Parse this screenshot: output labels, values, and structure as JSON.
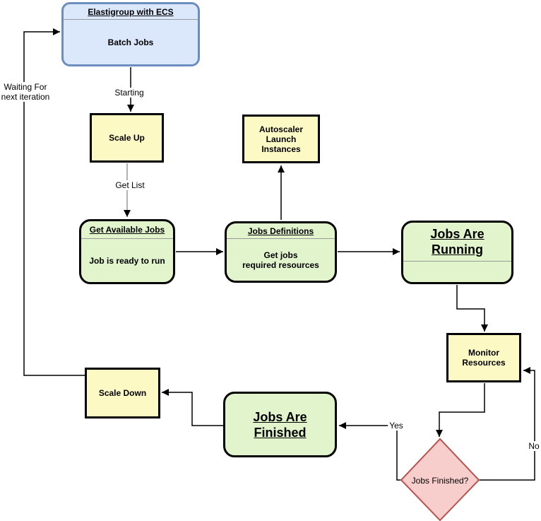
{
  "diagram": {
    "nodes": {
      "elastigroup": {
        "title": "Elastigroup with ECS",
        "body": "Batch Jobs"
      },
      "scale_up": {
        "label": "Scale Up"
      },
      "autoscaler": {
        "line1": "Autoscaler",
        "line2": "Launch",
        "line3": "Instances"
      },
      "get_available_jobs": {
        "title": "Get Available Jobs",
        "body": "Job is ready to run"
      },
      "jobs_definitions": {
        "title": "Jobs Definitions",
        "body_line1": "Get jobs",
        "body_line2": "required resources"
      },
      "jobs_are_running": {
        "title_line1": "Jobs Are",
        "title_line2": "Running"
      },
      "monitor_resources": {
        "line1": "Monitor",
        "line2": "Resources"
      },
      "jobs_finished_decision": {
        "label": "Jobs Finished?"
      },
      "jobs_are_finished": {
        "title_line1": "Jobs Are",
        "title_line2": "Finished"
      },
      "scale_down": {
        "label": "Scale Down"
      }
    },
    "edge_labels": {
      "starting": "Starting",
      "get_list": "Get List",
      "waiting_line1": "Waiting For",
      "waiting_line2": "next iteration",
      "yes": "Yes",
      "no": "No"
    },
    "colors": {
      "start_fill": "#dbe8fc",
      "start_border": "#6c8ebf",
      "process_fill": "#fdf9c4",
      "process_border": "#000000",
      "state_fill": "#e1f4cb",
      "state_border": "#000000",
      "decision_fill": "#f8cecc",
      "decision_border": "#b85450",
      "connector": "#000000",
      "connector_gray": "#999999",
      "divider": "#999999"
    }
  }
}
